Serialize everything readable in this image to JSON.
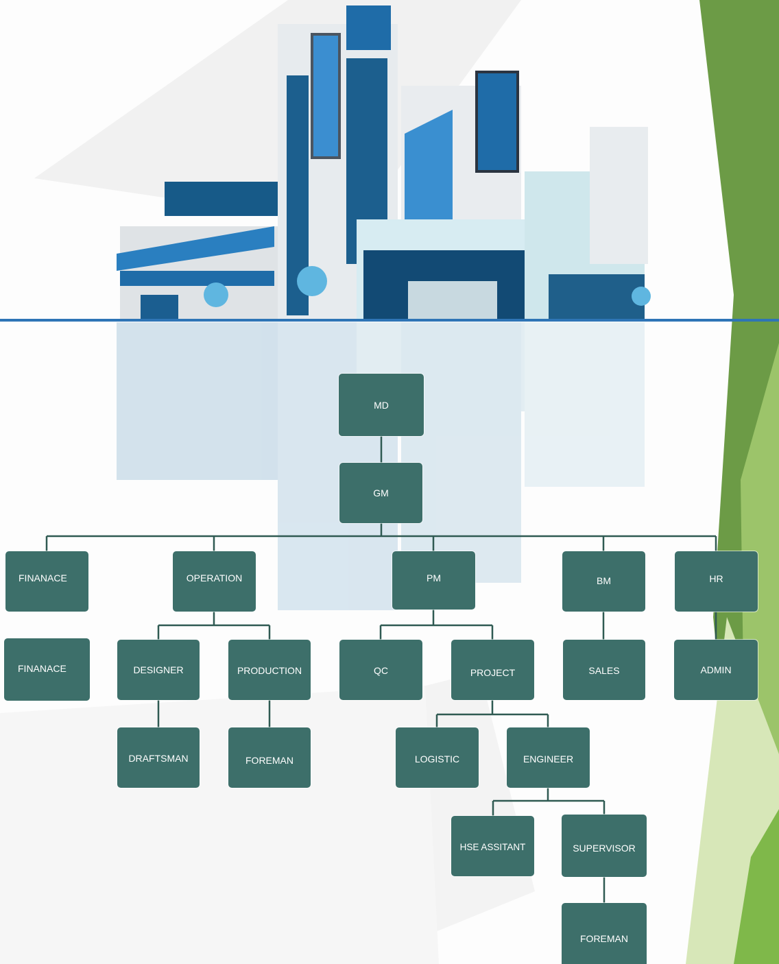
{
  "colors": {
    "node_fill": "#3d6f6a",
    "node_text": "#ffffff",
    "connector": "#2f5a52",
    "divider": "#2e75b6",
    "accent_green": "#6aa84f"
  },
  "org_chart": {
    "nodes": [
      {
        "id": "md",
        "label": "MD"
      },
      {
        "id": "gm",
        "label": "GM"
      },
      {
        "id": "finance-head",
        "label": "FINANACE"
      },
      {
        "id": "operation",
        "label": "OPERATION"
      },
      {
        "id": "pm",
        "label": "PM"
      },
      {
        "id": "bm",
        "label": "BM"
      },
      {
        "id": "hr",
        "label": "HR"
      },
      {
        "id": "finance-staff",
        "label": "FINANACE"
      },
      {
        "id": "designer",
        "label": "DESIGNER"
      },
      {
        "id": "production",
        "label": "PRODUCTION"
      },
      {
        "id": "qc",
        "label": "QC"
      },
      {
        "id": "project",
        "label": "PROJECT"
      },
      {
        "id": "sales",
        "label": "SALES"
      },
      {
        "id": "admin",
        "label": "ADMIN"
      },
      {
        "id": "draftsman",
        "label": "DRAFTSMAN"
      },
      {
        "id": "foreman-production",
        "label": "FOREMAN"
      },
      {
        "id": "logistic",
        "label": "LOGISTIC"
      },
      {
        "id": "engineer",
        "label": "ENGINEER"
      },
      {
        "id": "hse-assistant",
        "label": "HSE ASSITANT"
      },
      {
        "id": "supervisor",
        "label": "SUPERVISOR"
      },
      {
        "id": "foreman-site",
        "label": "FOREMAN"
      }
    ],
    "edges": [
      [
        "md",
        "gm"
      ],
      [
        "gm",
        "finance-head"
      ],
      [
        "gm",
        "operation"
      ],
      [
        "gm",
        "pm"
      ],
      [
        "gm",
        "bm"
      ],
      [
        "gm",
        "hr"
      ],
      [
        "operation",
        "designer"
      ],
      [
        "operation",
        "production"
      ],
      [
        "pm",
        "qc"
      ],
      [
        "pm",
        "project"
      ],
      [
        "bm",
        "sales"
      ],
      [
        "hr",
        "admin"
      ],
      [
        "designer",
        "draftsman"
      ],
      [
        "production",
        "foreman-production"
      ],
      [
        "project",
        "logistic"
      ],
      [
        "project",
        "engineer"
      ],
      [
        "engineer",
        "hse-assistant"
      ],
      [
        "engineer",
        "supervisor"
      ],
      [
        "supervisor",
        "foreman-site"
      ]
    ]
  }
}
